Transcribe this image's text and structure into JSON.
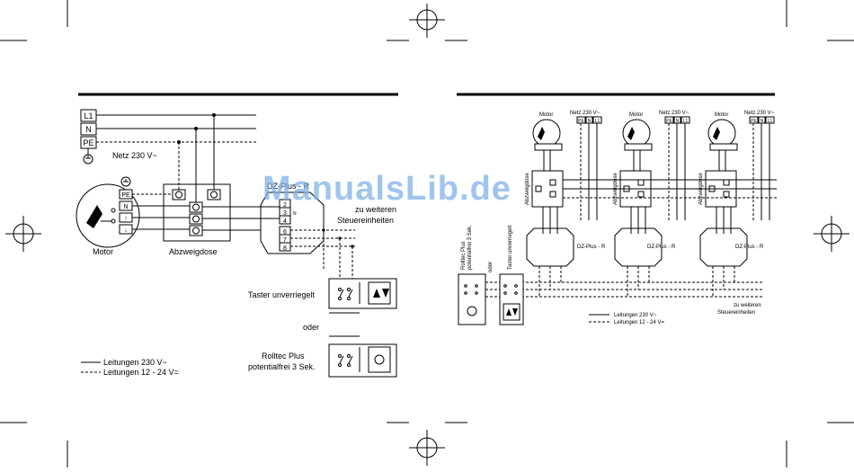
{
  "watermark": "ManualsLib.de",
  "left": {
    "terminals": [
      "L1",
      "N",
      "PE"
    ],
    "netz_label": "Netz 230 V~",
    "motor_terminals": [
      "PE",
      "N",
      "↑",
      "↓"
    ],
    "motor_label": "Motor",
    "abzweigdose_label": "Abzweigdose",
    "device_label": "DZ-Plus - R",
    "device_terminals": [
      "2",
      "3",
      "4",
      "6",
      "7",
      "8"
    ],
    "device_n_label": "N",
    "zu_weiteren_line1": "zu weiteren",
    "zu_weiteren_line2": "Steuereinheiten",
    "taster_label": "Taster unverriegelt",
    "oder_label": "oder",
    "rolltec_line1": "Rolltec Plus",
    "rolltec_line2": "potentialfrei 3 Sek.",
    "legend_230": "Leitungen 230 V~",
    "legend_12_24": "Leitungen 12 - 24 V="
  },
  "right": {
    "units": [
      {
        "motor_label": "Motor",
        "netz_label": "Netz 230 V~",
        "terminals": [
          "PE",
          "N",
          "L1"
        ],
        "abzweigdose_label": "Abzweigdose",
        "device_label": "DZ-Plus - R"
      },
      {
        "motor_label": "Motor",
        "netz_label": "Netz 230 V~",
        "terminals": [
          "PE",
          "N",
          "L1"
        ],
        "abzweigdose_label": "Abzweigdose",
        "device_label": "DZ-Plus - R"
      },
      {
        "motor_label": "Motor",
        "netz_label": "Netz 230 V~",
        "terminals": [
          "PE",
          "N",
          "L1"
        ],
        "abzweigdose_label": "Abzweigdose",
        "device_label": "DZ-Plus - R"
      }
    ],
    "rolltec_line1": "Rolltec Plus",
    "rolltec_line2": "potentialfrei 3 Sek.",
    "oder_label": "oder",
    "taster_label": "Taster unverriegelt",
    "zu_weiteren_line1": "zu weiteren",
    "zu_weiteren_line2": "Steuereinheiten",
    "legend_230": "Leitungen 230 V~",
    "legend_12_24": "Leitungen 12 - 24 V="
  }
}
